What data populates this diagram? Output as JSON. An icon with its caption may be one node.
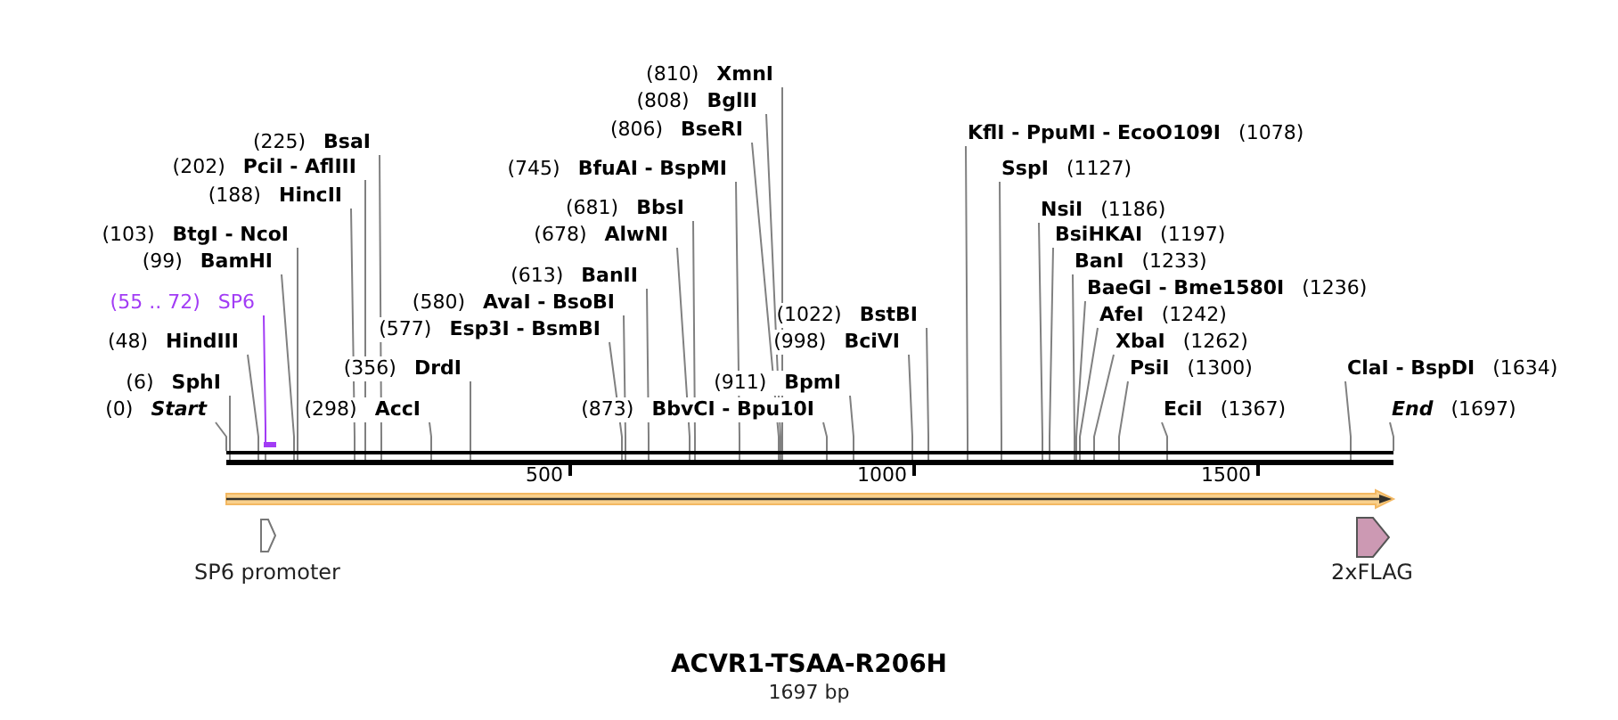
{
  "diagram": {
    "title": "ACVR1-TSAA-R206H",
    "caption": "1697 bp",
    "nodes": [
      {
        "text": [
          "(0)",
          "Start"
        ]
      },
      {
        "text": [
          "(6)",
          "SphI"
        ]
      },
      {
        "text": [
          "(48)",
          "HindIII"
        ]
      },
      {
        "text": [
          "(55 .. 72)",
          "SP6"
        ]
      },
      {
        "text": [
          "(99)",
          "BamHI"
        ]
      },
      {
        "text": [
          "(103)",
          "BtgI - NcoI"
        ]
      },
      {
        "text": [
          "(188)",
          "HincII"
        ]
      },
      {
        "text": [
          "(202)",
          "PciI - AflIII"
        ]
      },
      {
        "text": [
          "(225)",
          "BsaI"
        ]
      },
      {
        "text": [
          "(298)",
          "AccI"
        ]
      },
      {
        "text": [
          "(356)",
          "DrdI"
        ]
      },
      {
        "text": [
          "(577)",
          "Esp3I - BsmBI"
        ]
      },
      {
        "text": [
          "(580)",
          "AvaI - BsoBI"
        ]
      },
      {
        "text": [
          "(613)",
          "BanII"
        ]
      },
      {
        "text": [
          "(678)",
          "AlwNI"
        ]
      },
      {
        "text": [
          "(681)",
          "BbsI"
        ]
      },
      {
        "text": [
          "(745)",
          "BfuAI - BspMI"
        ]
      },
      {
        "text": [
          "(806)",
          "BseRI"
        ]
      },
      {
        "text": [
          "(808)",
          "BglII"
        ]
      },
      {
        "text": [
          "(810)",
          "XmnI"
        ]
      },
      {
        "text": [
          "(873)",
          "BbvCI - Bpu10I"
        ]
      },
      {
        "text": [
          "(911)",
          "BpmI"
        ]
      },
      {
        "text": [
          "(998)",
          "BciVI"
        ]
      },
      {
        "text": [
          "(1022)",
          "BstBI"
        ]
      },
      {
        "text": [
          "KflI - PpuMI - EcoO109I",
          "(1078)"
        ]
      },
      {
        "text": [
          "SspI",
          "(1127)"
        ]
      },
      {
        "text": [
          "NsiI",
          "(1186)"
        ]
      },
      {
        "text": [
          "BsiHKAI",
          "(1197)"
        ]
      },
      {
        "text": [
          "BanI",
          "(1233)"
        ]
      },
      {
        "text": [
          "BaeGI - Bme1580I",
          "(1236)"
        ]
      },
      {
        "text": [
          "AfeI",
          "(1242)"
        ]
      },
      {
        "text": [
          "XbaI",
          "(1262)"
        ]
      },
      {
        "text": [
          "PsiI",
          "(1300)"
        ]
      },
      {
        "text": [
          "EciI",
          "(1367)"
        ]
      },
      {
        "text": [
          "ClaI - BspDI",
          "(1634)"
        ]
      },
      {
        "text": [
          "End",
          "(1697)"
        ]
      },
      {
        "text": [],
        "shape": "bar"
      },
      {
        "text": [],
        "shape": "bar"
      },
      {
        "text": [],
        "shape": "arrow"
      },
      {
        "text": [
          "SP6 promoter"
        ]
      },
      {
        "text": [
          "2xFLAG"
        ]
      }
    ],
    "edges": [
      {
        "from": 0,
        "to": 37,
        "arrow": "none"
      },
      {
        "from": 1,
        "to": 37,
        "arrow": "none"
      },
      {
        "from": 2,
        "to": 37,
        "arrow": "none"
      },
      {
        "from": 3,
        "to": 36,
        "arrow": "none",
        "color": "#a23cf5"
      },
      {
        "from": 4,
        "to": 37,
        "arrow": "none"
      },
      {
        "from": 5,
        "to": 37,
        "arrow": "none"
      },
      {
        "from": 6,
        "to": 37,
        "arrow": "none"
      },
      {
        "from": 7,
        "to": 37,
        "arrow": "none"
      },
      {
        "from": 8,
        "to": 37,
        "arrow": "none"
      },
      {
        "from": 9,
        "to": 37,
        "arrow": "none"
      },
      {
        "from": 10,
        "to": 37,
        "arrow": "none"
      },
      {
        "from": 11,
        "to": 37,
        "arrow": "none"
      },
      {
        "from": 12,
        "to": 37,
        "arrow": "none"
      },
      {
        "from": 13,
        "to": 37,
        "arrow": "none"
      },
      {
        "from": 14,
        "to": 37,
        "arrow": "none"
      },
      {
        "from": 15,
        "to": 37,
        "arrow": "none"
      },
      {
        "from": 16,
        "to": 37,
        "arrow": "none"
      },
      {
        "from": 17,
        "to": 37,
        "arrow": "none"
      },
      {
        "from": 18,
        "to": 37,
        "arrow": "none"
      },
      {
        "from": 19,
        "to": 37,
        "arrow": "none"
      },
      {
        "from": 20,
        "to": 37,
        "arrow": "none"
      },
      {
        "from": 21,
        "to": 37,
        "arrow": "none"
      },
      {
        "from": 22,
        "to": 37,
        "arrow": "none"
      },
      {
        "from": 23,
        "to": 37,
        "arrow": "none"
      },
      {
        "from": 24,
        "to": 37,
        "arrow": "none"
      },
      {
        "from": 25,
        "to": 37,
        "arrow": "none"
      },
      {
        "from": 26,
        "to": 37,
        "arrow": "none"
      },
      {
        "from": 27,
        "to": 37,
        "arrow": "none"
      },
      {
        "from": 28,
        "to": 37,
        "arrow": "none"
      },
      {
        "from": 29,
        "to": 37,
        "arrow": "none"
      },
      {
        "from": 30,
        "to": 37,
        "arrow": "none"
      },
      {
        "from": 31,
        "to": 37,
        "arrow": "none"
      },
      {
        "from": 32,
        "to": 37,
        "arrow": "none"
      },
      {
        "from": 33,
        "to": 37,
        "arrow": "none"
      },
      {
        "from": 34,
        "to": 37,
        "arrow": "none"
      },
      {
        "from": 35,
        "to": 37,
        "arrow": "none"
      }
    ],
    "labels": [
      "500",
      "1000",
      "1500"
    ]
  }
}
